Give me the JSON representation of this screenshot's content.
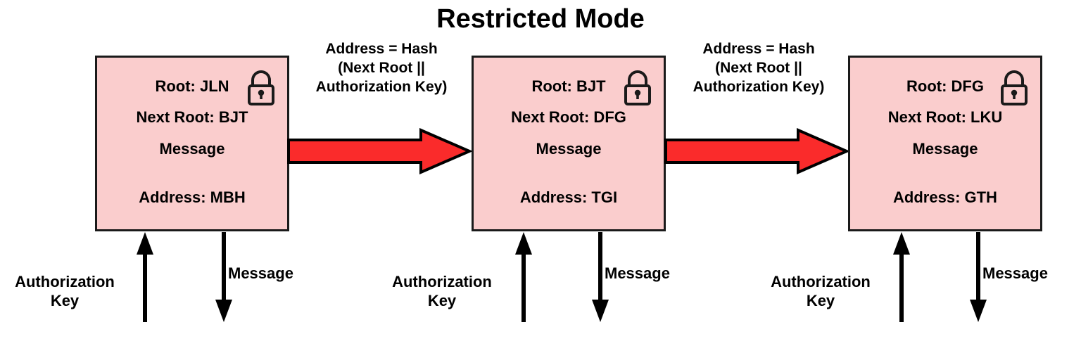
{
  "diagram": {
    "title": "Restricted Mode",
    "colors": {
      "box_fill": "#FACDCD",
      "box_stroke": "#1A1A1A",
      "arrow_fill": "#FA2B2B",
      "arrow_stroke": "#000000",
      "text": "#000000",
      "background": "#FFFFFF"
    },
    "nodes": [
      {
        "root": "Root: JLN",
        "next_root": "Next Root: BJT",
        "message": "Message",
        "address": "Address: MBH",
        "lock_icon": "lock-icon",
        "input_label": "Authorization\nKey",
        "input_label_line1": "Authorization",
        "input_label_line2": "Key",
        "output_label": "Message"
      },
      {
        "root": "Root: BJT",
        "next_root": "Next Root: DFG",
        "message": "Message",
        "address": "Address: TGI",
        "lock_icon": "lock-icon",
        "input_label_line1": "Authorization",
        "input_label_line2": "Key",
        "output_label": "Message"
      },
      {
        "root": "Root: DFG",
        "next_root": "Next Root: LKU",
        "message": "Message",
        "address": "Address: GTH",
        "lock_icon": "lock-icon",
        "input_label_line1": "Authorization",
        "input_label_line2": "Key",
        "output_label": "Message"
      }
    ],
    "links": [
      {
        "caption_line1": "Address = Hash",
        "caption_line2": "(Next Root ||",
        "caption_line3": "Authorization Key)",
        "arrow_icon": "right-block-arrow-icon"
      },
      {
        "caption_line1": "Address = Hash",
        "caption_line2": "(Next Root ||",
        "caption_line3": "Authorization Key)",
        "arrow_icon": "right-block-arrow-icon"
      }
    ]
  }
}
